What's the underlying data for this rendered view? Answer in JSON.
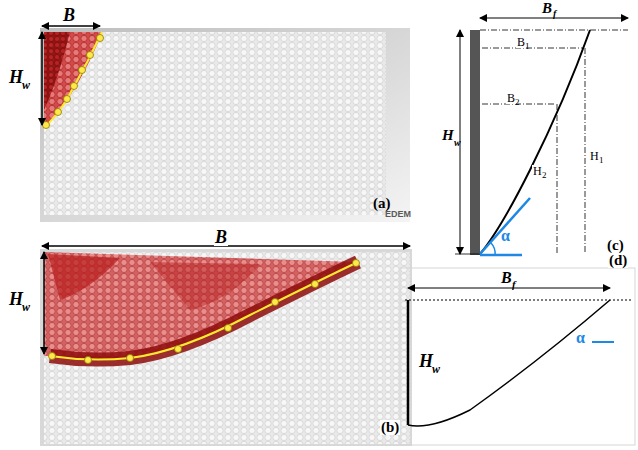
{
  "diagram": {
    "labels": [
      "B",
      "H",
      "w",
      "(a)",
      "EDEM",
      "B",
      "H",
      "w",
      "(b)",
      "B",
      "f",
      "B",
      "1",
      "B",
      "2",
      "H",
      "w",
      "H",
      "1",
      "H",
      "2",
      "α",
      "(c)",
      "B",
      "f",
      "H",
      "w",
      "α",
      "(d)"
    ]
  }
}
